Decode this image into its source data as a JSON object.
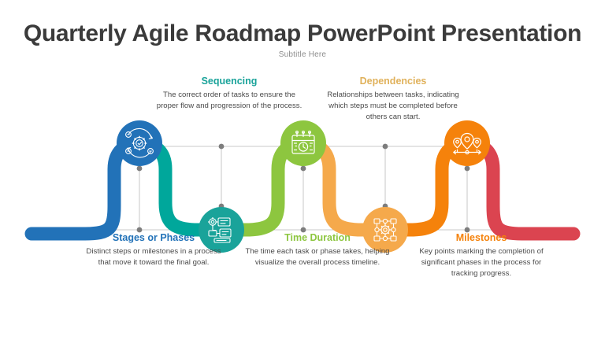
{
  "header": {
    "title": "Quarterly Agile Roadmap PowerPoint Presentation",
    "subtitle": "Subtitle Here"
  },
  "colors": {
    "blue": "#2272B8",
    "teal": "#00A79B",
    "green": "#8DC63F",
    "amber": "#F5A94B",
    "orange": "#F5820B",
    "red": "#DB4450",
    "title": "#3b3b3b",
    "body": "#4a4a4a",
    "subtitle": "#8c8c8c",
    "connector": "#9a9a9a"
  },
  "steps": [
    {
      "id": "stages",
      "heading": "Stages or Phases",
      "body": "Distinct steps or milestones in a process that move it toward the final goal.",
      "color": "#2272B8",
      "icon": "gear-check-cycle-icon",
      "position": "below"
    },
    {
      "id": "sequencing",
      "heading": "Sequencing",
      "body": "The correct order of tasks to ensure the proper flow and progression of the process.",
      "color": "#00A79B",
      "icon": "task-list-icon",
      "position": "above"
    },
    {
      "id": "time-duration",
      "heading": "Time Duration",
      "body": "The time each task or phase takes, helping visualize the overall process timeline.",
      "color": "#8DC63F",
      "icon": "calendar-clock-icon",
      "position": "below"
    },
    {
      "id": "dependencies",
      "heading": "Dependencies",
      "body": "Relationships between tasks, indicating which steps must be completed before others can start.",
      "color": "#F5A94B",
      "icon": "network-gear-icon",
      "position": "above"
    },
    {
      "id": "milestones",
      "heading": "Milestones",
      "body": "Key points marking the completion of significant phases in the process for tracking progress.",
      "color": "#F5820B",
      "icon": "map-pin-timeline-icon",
      "position": "below"
    }
  ]
}
